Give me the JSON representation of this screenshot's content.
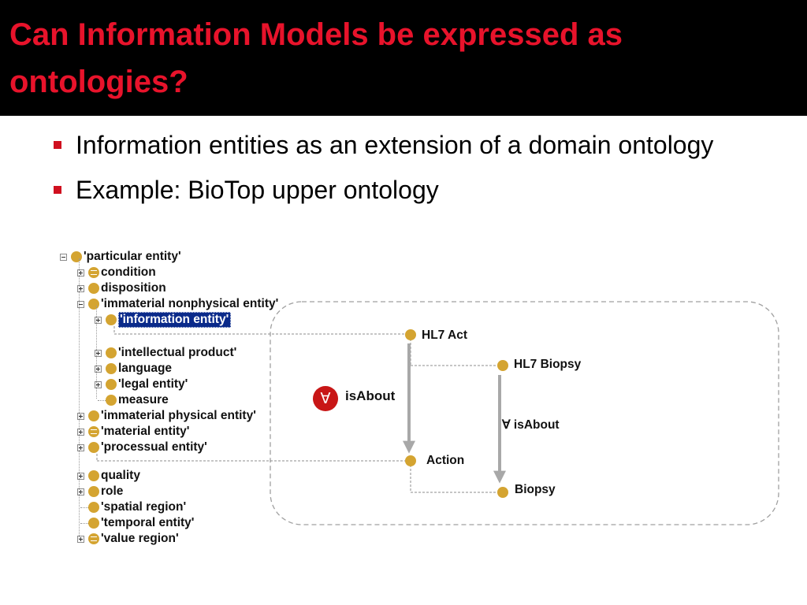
{
  "slide": {
    "title": "Can Information Models be expressed as ontologies?",
    "bullets": [
      "Information entities as an extension of a domain ontology",
      "Example: BioTop upper ontology"
    ]
  },
  "tree": {
    "items": [
      {
        "label": "'particular entity'",
        "level": 0,
        "expander": "minus",
        "icon": "class-dot-icon"
      },
      {
        "label": "condition",
        "level": 1,
        "expander": "plus",
        "icon": "defined-class-icon"
      },
      {
        "label": "disposition",
        "level": 1,
        "expander": "plus",
        "icon": "class-dot-icon"
      },
      {
        "label": "'immaterial nonphysical entity'",
        "level": 1,
        "expander": "minus",
        "icon": "class-dot-icon"
      },
      {
        "label": "'information entity'",
        "level": 2,
        "expander": "plus",
        "icon": "class-dot-icon",
        "selected": true
      },
      {
        "label": "'intellectual product'",
        "level": 2,
        "expander": "plus",
        "icon": "class-dot-icon"
      },
      {
        "label": "language",
        "level": 2,
        "expander": "plus",
        "icon": "class-dot-icon"
      },
      {
        "label": "'legal entity'",
        "level": 2,
        "expander": "plus",
        "icon": "class-dot-icon"
      },
      {
        "label": "measure",
        "level": 2,
        "expander": "none",
        "icon": "class-dot-icon"
      },
      {
        "label": "'immaterial physical entity'",
        "level": 1,
        "expander": "plus",
        "icon": "class-dot-icon"
      },
      {
        "label": "'material entity'",
        "level": 1,
        "expander": "plus",
        "icon": "defined-class-icon"
      },
      {
        "label": "'processual entity'",
        "level": 1,
        "expander": "plus",
        "icon": "class-dot-icon"
      },
      {
        "label": "quality",
        "level": 1,
        "expander": "plus",
        "icon": "class-dot-icon"
      },
      {
        "label": "role",
        "level": 1,
        "expander": "plus",
        "icon": "class-dot-icon"
      },
      {
        "label": "'spatial region'",
        "level": 1,
        "expander": "none",
        "icon": "class-dot-icon"
      },
      {
        "label": "'temporal entity'",
        "level": 1,
        "expander": "none",
        "icon": "class-dot-icon"
      },
      {
        "label": "'value region'",
        "level": 1,
        "expander": "plus",
        "icon": "defined-class-icon"
      }
    ]
  },
  "diagram": {
    "nodes": {
      "hl7_act": "HL7 Act",
      "hl7_biopsy": "HL7 Biopsy",
      "action": "Action",
      "biopsy": "Biopsy"
    },
    "relations": {
      "isabout_main": "isAbout",
      "isabout_biopsy": "∀ isAbout",
      "forall_symbol": "∀"
    },
    "colors": {
      "node": "#d4a431",
      "arrow": "#a8a8a8",
      "badge": "#c81616",
      "title": "#e8132b"
    }
  }
}
